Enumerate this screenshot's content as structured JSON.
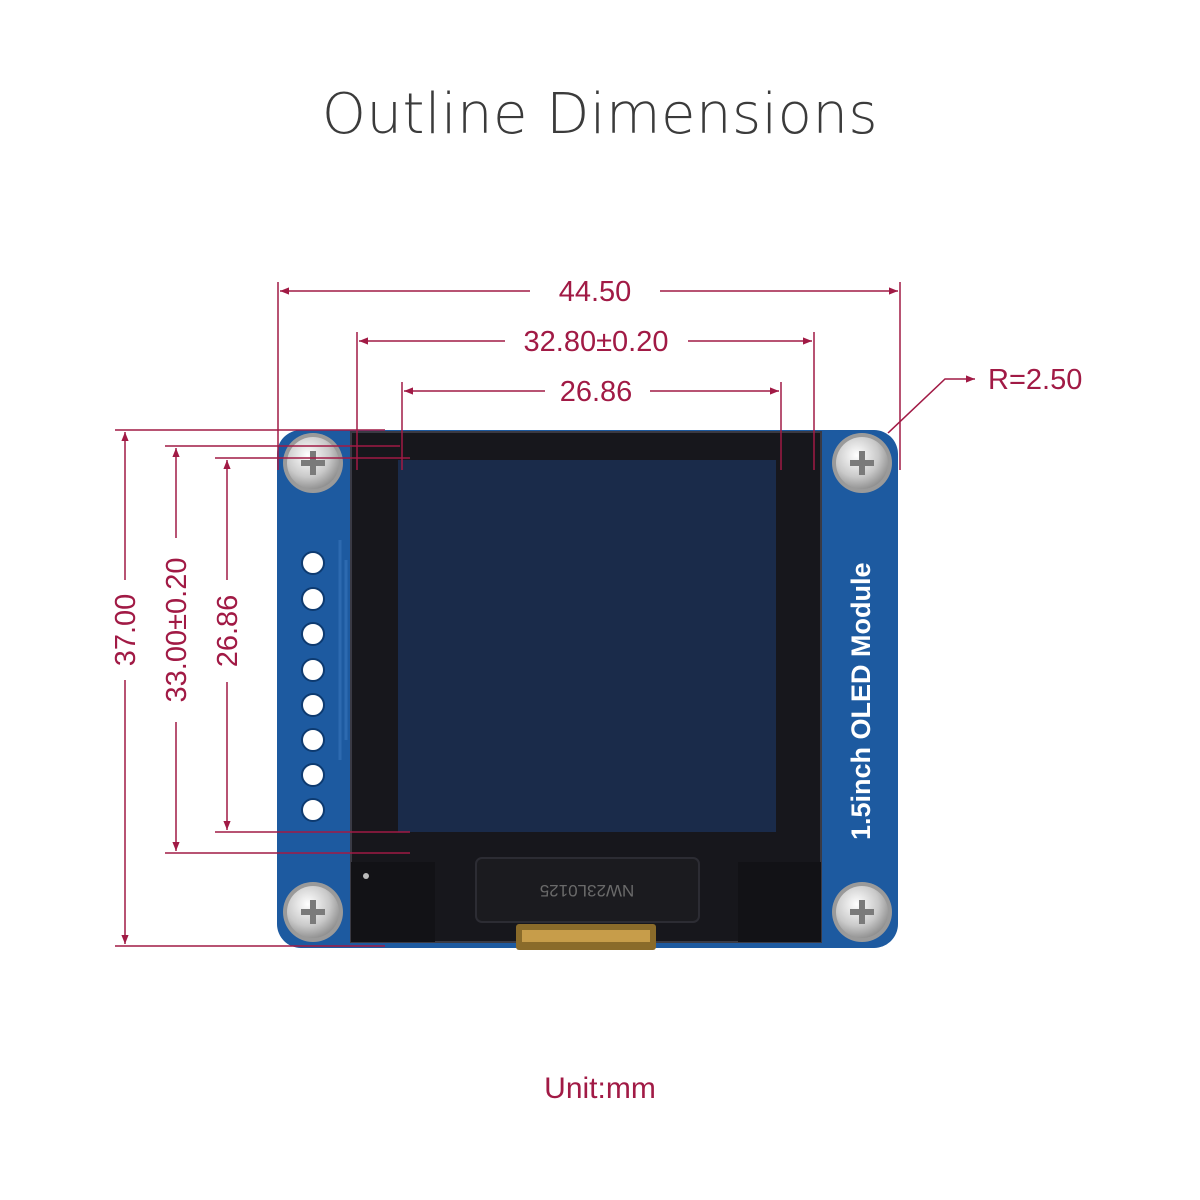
{
  "title": "Outline Dimensions",
  "unit_label": "Unit:mm",
  "module_label": "1.5inch OLED Module",
  "chip_label": "NW23L0125",
  "dimensions": {
    "overall_width": "44.50",
    "panel_width": "32.80±0.20",
    "active_width": "26.86",
    "corner_radius": "R=2.50",
    "overall_height": "37.00",
    "panel_height": "33.00±0.20",
    "active_height": "26.86"
  },
  "colors": {
    "dimension": "#a11a45",
    "pcb": "#1d5aa0",
    "panel": "#17171c",
    "screen": "#1a2b4a"
  }
}
